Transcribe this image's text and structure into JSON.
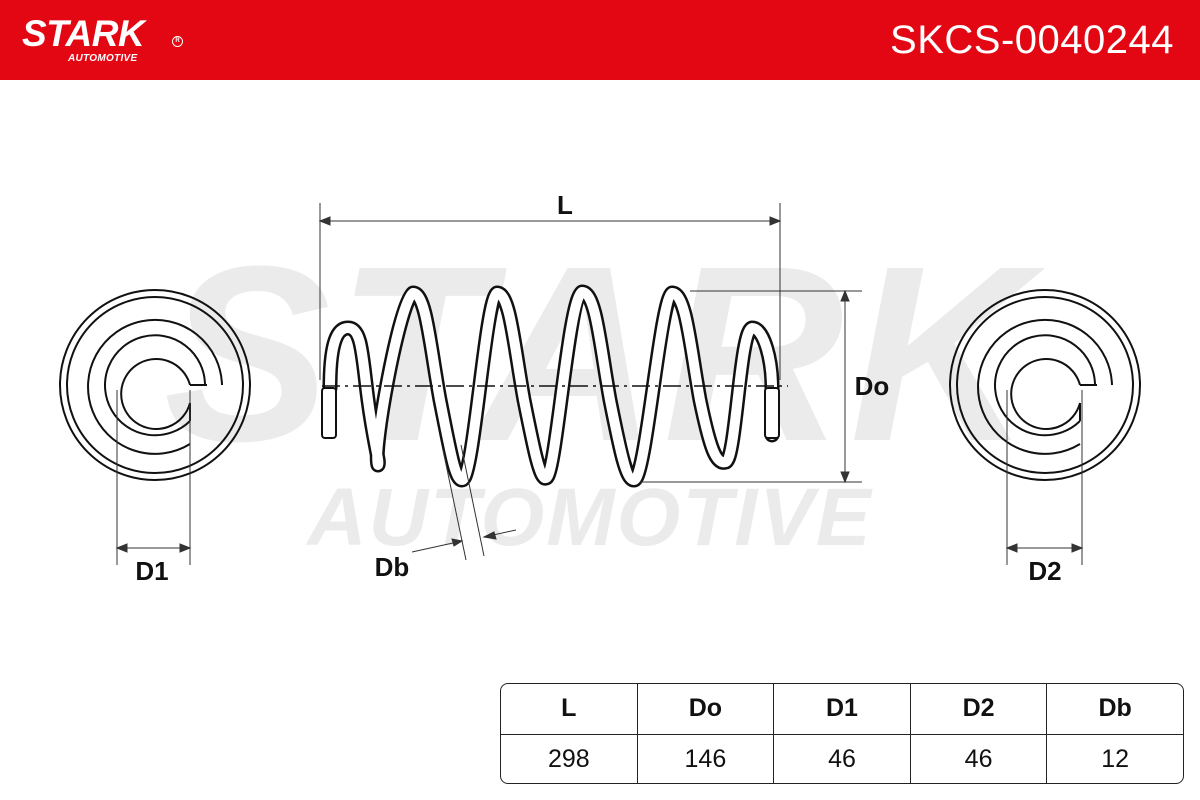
{
  "header": {
    "logo_main": "STARK",
    "logo_sub": "AUTOMOTIVE",
    "logo_reg": "R",
    "part_number": "SKCS-0040244"
  },
  "watermark": {
    "line1": "STARK",
    "line2": "AUTOMOTIVE"
  },
  "diagram": {
    "label_L": "L",
    "label_Do": "Do",
    "label_Db": "Db",
    "label_D1": "D1",
    "label_D2": "D2"
  },
  "specs": {
    "headers": [
      "L",
      "Do",
      "D1",
      "D2",
      "Db"
    ],
    "values": [
      "298",
      "146",
      "46",
      "46",
      "12"
    ]
  },
  "colors": {
    "brand_red": "#e30613",
    "line": "#222222",
    "watermark": "#e6e6e6"
  }
}
